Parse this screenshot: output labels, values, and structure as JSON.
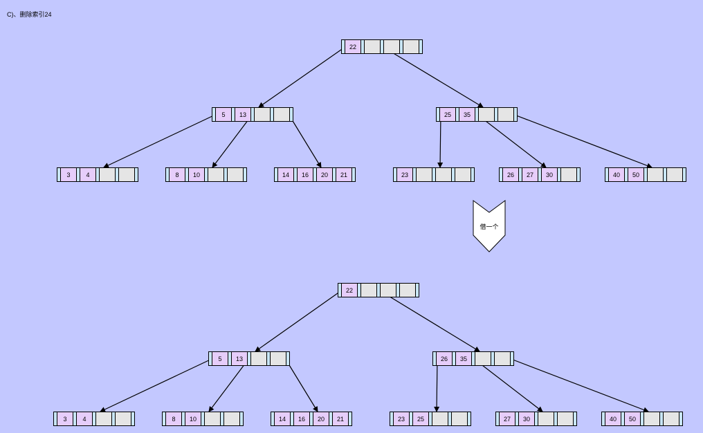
{
  "caption": "C)、删除索引24",
  "transition_label": "借一个",
  "trees": [
    {
      "name": "before",
      "nodes": [
        {
          "id": "r",
          "keys": [
            "22"
          ]
        },
        {
          "id": "L",
          "keys": [
            "5",
            "13"
          ]
        },
        {
          "id": "R",
          "keys": [
            "25",
            "35"
          ]
        },
        {
          "id": "l1",
          "keys": [
            "3",
            "4"
          ]
        },
        {
          "id": "l2",
          "keys": [
            "8",
            "10"
          ]
        },
        {
          "id": "l3",
          "keys": [
            "14",
            "16",
            "20",
            "21"
          ]
        },
        {
          "id": "l4",
          "keys": [
            "23"
          ]
        },
        {
          "id": "l5",
          "keys": [
            "26",
            "27",
            "30"
          ]
        },
        {
          "id": "l6",
          "keys": [
            "40",
            "50"
          ]
        }
      ]
    },
    {
      "name": "after",
      "nodes": [
        {
          "id": "r",
          "keys": [
            "22"
          ]
        },
        {
          "id": "L",
          "keys": [
            "5",
            "13"
          ]
        },
        {
          "id": "R",
          "keys": [
            "26",
            "35"
          ]
        },
        {
          "id": "l1",
          "keys": [
            "3",
            "4"
          ]
        },
        {
          "id": "l2",
          "keys": [
            "8",
            "10"
          ]
        },
        {
          "id": "l3",
          "keys": [
            "14",
            "16",
            "20",
            "21"
          ]
        },
        {
          "id": "l4",
          "keys": [
            "23",
            "25"
          ]
        },
        {
          "id": "l5",
          "keys": [
            "27",
            "30"
          ]
        },
        {
          "id": "l6",
          "keys": [
            "40",
            "50"
          ]
        }
      ]
    }
  ]
}
